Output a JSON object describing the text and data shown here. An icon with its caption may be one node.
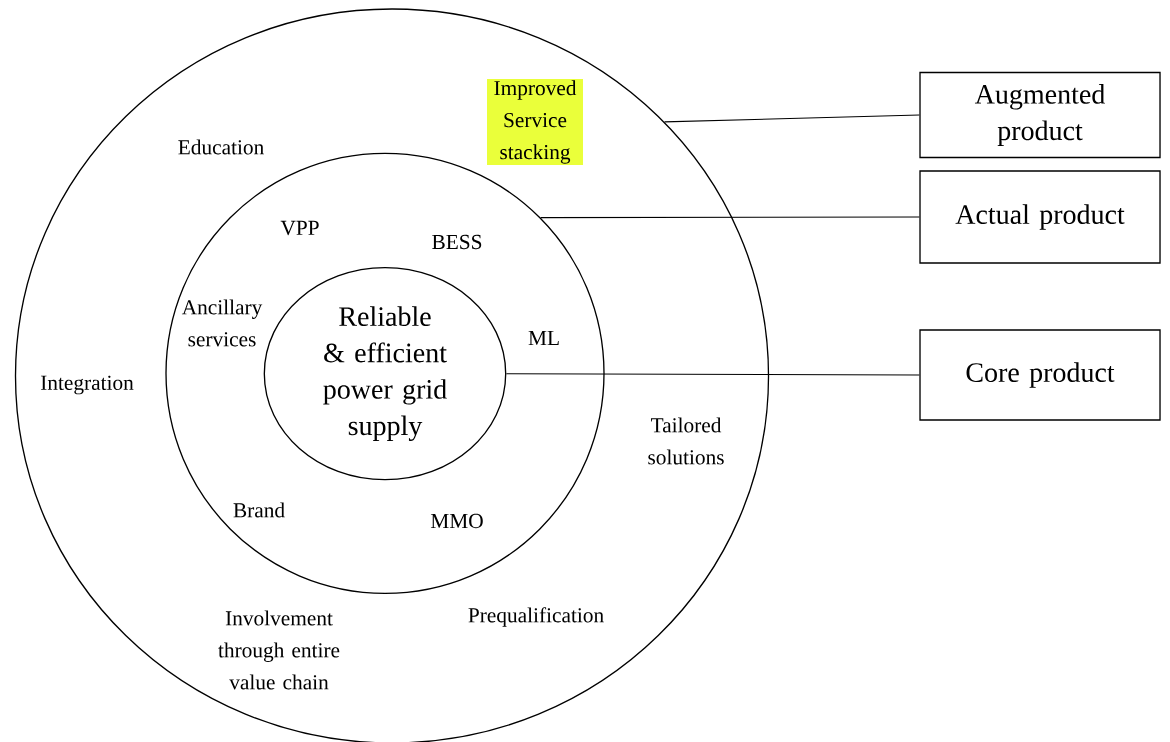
{
  "diagram": {
    "nodes": [
      {
        "text": [],
        "shape": "circle"
      },
      {
        "text": [],
        "shape": "circle",
        "in": 0
      },
      {
        "text": [
          "Reliable & efficient power grid supply"
        ],
        "in": 1
      },
      {
        "text": [
          "Augmented product"
        ]
      },
      {
        "text": [
          "Actual product"
        ]
      },
      {
        "text": [
          "Core product"
        ]
      }
    ],
    "edges": [
      {
        "from": 0,
        "to": 3,
        "arrow": "none"
      },
      {
        "from": 1,
        "to": 4,
        "arrow": "none"
      },
      {
        "from": 2,
        "to": 5,
        "arrow": "none"
      }
    ],
    "labels": [
      "Improved Service stacking",
      "Education",
      "VPP",
      "BESS",
      "Ancillary services",
      "ML",
      "Integration",
      "Tailored solutions",
      "Brand",
      "MMO",
      "Involvement through entire value chain",
      "Prequalification"
    ]
  }
}
